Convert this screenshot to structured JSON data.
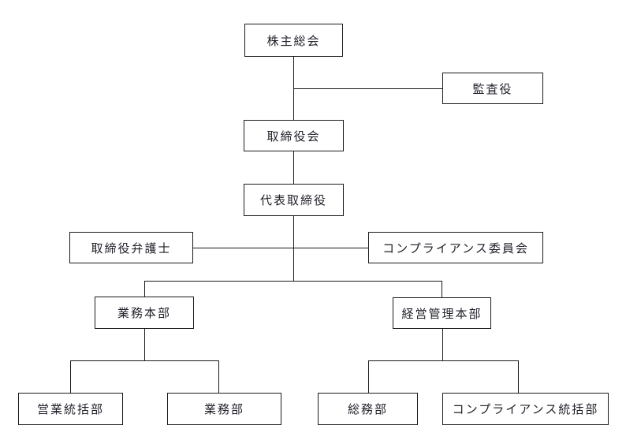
{
  "diagram": {
    "type": "org-chart",
    "background_color": "#ffffff",
    "line_color": "#1b1b1b",
    "text_color": "#20202a",
    "nodes": [
      {
        "id": "shareholders-meeting",
        "label": "株主総会"
      },
      {
        "id": "auditor",
        "label": "監査役"
      },
      {
        "id": "board-of-directors",
        "label": "取締役会"
      },
      {
        "id": "representative-director",
        "label": "代表取締役"
      },
      {
        "id": "director-lawyer",
        "label": "取締役弁護士"
      },
      {
        "id": "compliance-committee",
        "label": "コンプライアンス委員会"
      },
      {
        "id": "operations-headquarters",
        "label": "業務本部"
      },
      {
        "id": "management-administration-headquarters",
        "label": "経営管理本部"
      },
      {
        "id": "sales-supervision-department",
        "label": "営業統括部"
      },
      {
        "id": "operations-department",
        "label": "業務部"
      },
      {
        "id": "general-affairs-department",
        "label": "総務部"
      },
      {
        "id": "compliance-supervision-department",
        "label": "コンプライアンス統括部"
      }
    ],
    "edges": [
      {
        "from": "shareholders-meeting",
        "to": "board-of-directors"
      },
      {
        "from": "shareholders-meeting",
        "to": "auditor"
      },
      {
        "from": "board-of-directors",
        "to": "representative-director"
      },
      {
        "from": "representative-director",
        "to": "director-lawyer"
      },
      {
        "from": "representative-director",
        "to": "compliance-committee"
      },
      {
        "from": "representative-director",
        "to": "operations-headquarters"
      },
      {
        "from": "representative-director",
        "to": "management-administration-headquarters"
      },
      {
        "from": "operations-headquarters",
        "to": "sales-supervision-department"
      },
      {
        "from": "operations-headquarters",
        "to": "operations-department"
      },
      {
        "from": "management-administration-headquarters",
        "to": "general-affairs-department"
      },
      {
        "from": "management-administration-headquarters",
        "to": "compliance-supervision-department"
      }
    ]
  }
}
